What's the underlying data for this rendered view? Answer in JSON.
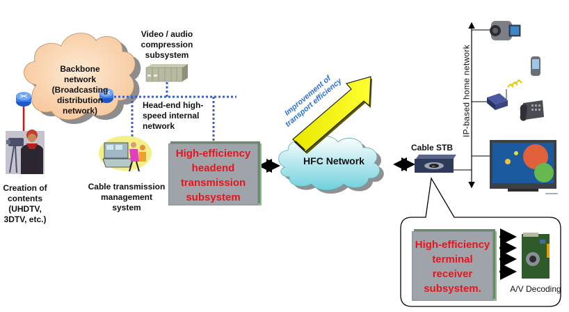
{
  "diagram": {
    "nodes": {
      "backbone": {
        "label": "Backbone network (Broadcasting distribution network)",
        "lines": [
          "Backbone",
          "network",
          "(Broadcasting",
          "distribution",
          "network)"
        ]
      },
      "compression": {
        "lines": [
          "Video / audio",
          "compression",
          "subsystem"
        ]
      },
      "headend_network": {
        "lines": [
          "Head-end high-",
          "speed internal",
          "network"
        ]
      },
      "content_creation": {
        "lines": [
          "Creation of",
          "contents",
          "(UHDTV,",
          "3DTV, etc.)"
        ]
      },
      "cable_mgmt": {
        "lines": [
          "Cable transmission",
          "management system"
        ]
      },
      "headend_tx": {
        "lines": [
          "High-efficiency",
          "headend",
          "transmission",
          "subsystem"
        ]
      },
      "hfc": {
        "label": "HFC Network"
      },
      "improvement": {
        "lines": [
          "Improvement of",
          "transport efficiency"
        ]
      },
      "stb": {
        "label": "Cable STB"
      },
      "home_network": {
        "label": "IP-based home network"
      },
      "terminal_rx": {
        "lines": [
          "High-efficiency",
          "terminal",
          "receiver",
          "subsystem."
        ]
      },
      "av_decoding": {
        "label": "A/V Decoding"
      }
    },
    "colors": {
      "accent_red": "#e8141c",
      "dotted_blue": "#3a5fcd",
      "arrow_yellow": "#f5f50a",
      "improvement_text": "#2a6fd6",
      "backbone_cloud": "#fbd9b8",
      "hfc_cloud": "#9fe3ea",
      "box_gray": "#9fa4ab"
    }
  }
}
